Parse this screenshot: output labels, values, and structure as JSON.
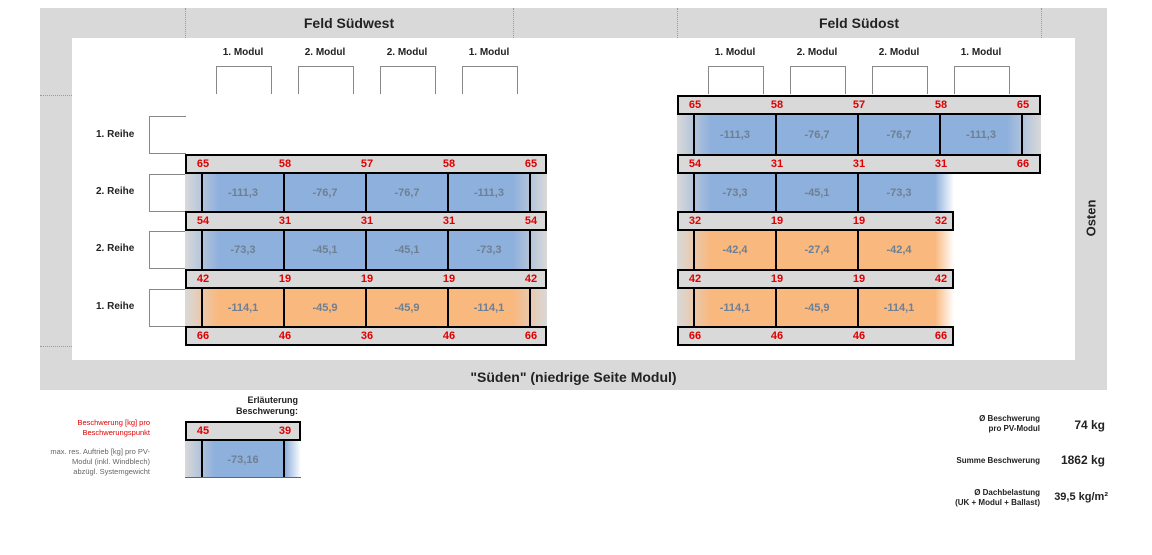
{
  "fields": {
    "southwest_title": "Feld Südwest",
    "southeast_title": "Feld Südost",
    "east_label": "Osten",
    "south_label": "\"Süden\" (niedrige Seite Modul)"
  },
  "module_headers": {
    "southwest": [
      "1. Modul",
      "2. Modul",
      "2. Modul",
      "1. Modul"
    ],
    "southeast": [
      "1. Modul",
      "2. Modul",
      "2. Modul",
      "1. Modul"
    ]
  },
  "row_labels": [
    "1. Reihe",
    "2. Reihe",
    "2. Reihe",
    "1. Reihe"
  ],
  "southwest": {
    "ballast_rows": [
      [
        "65",
        "58",
        "57",
        "58",
        "65"
      ],
      [
        "54",
        "31",
        "31",
        "31",
        "54"
      ],
      [
        "42",
        "19",
        "19",
        "19",
        "42"
      ],
      [
        "66",
        "46",
        "36",
        "46",
        "66"
      ]
    ],
    "uplift_rows": [
      {
        "kind": "blue",
        "values": [
          "-111,3",
          "-76,7",
          "-76,7",
          "-111,3"
        ]
      },
      {
        "kind": "blue",
        "values": [
          "-73,3",
          "-45,1",
          "-45,1",
          "-73,3"
        ]
      },
      {
        "kind": "orange",
        "values": [
          "-114,1",
          "-45,9",
          "-45,9",
          "-114,1"
        ]
      }
    ]
  },
  "southeast": {
    "ballast_rows": [
      [
        "65",
        "58",
        "57",
        "58",
        "65"
      ],
      [
        "54",
        "31",
        "31",
        "31",
        "66"
      ],
      [
        "32",
        "19",
        "19",
        "32"
      ],
      [
        "42",
        "19",
        "19",
        "42"
      ],
      [
        "66",
        "46",
        "46",
        "66"
      ]
    ],
    "uplift_rows": [
      {
        "kind": "blue",
        "values": [
          "-111,3",
          "-76,7",
          "-76,7",
          "-111,3"
        ]
      },
      {
        "kind": "blue",
        "values": [
          "-73,3",
          "-45,1",
          "-73,3"
        ]
      },
      {
        "kind": "orange",
        "values": [
          "-42,4",
          "-27,4",
          "-42,4"
        ]
      },
      {
        "kind": "orange",
        "values": [
          "-114,1",
          "-45,9",
          "-114,1"
        ]
      }
    ]
  },
  "legend": {
    "title_line1": "Erläuterung",
    "title_line2": "Beschwerung:",
    "label_red_line1": "Beschwerung [kg] pro",
    "label_red_line2": "Beschwerungspunkt",
    "label_grey_line1": "max. res. Auftrieb [kg] pro PV-",
    "label_grey_line2": "Modul (inkl. Windblech)",
    "label_grey_line3": "abzügl. Systemgewicht",
    "ballast_left": "45",
    "ballast_right": "39",
    "uplift_value": "-73,16"
  },
  "summary": {
    "avg_label_line1": "Ø Beschwerung",
    "avg_label_line2": "pro PV-Modul",
    "avg_value": "74 kg",
    "sum_label": "Summe Beschwerung",
    "sum_value": "1862 kg",
    "roof_label_line1": "Ø Dachbelastung",
    "roof_label_line2": "(UK + Modul + Ballast)",
    "roof_value": "39,5 kg/m²"
  },
  "colors": {
    "ballast_number": "#e00000",
    "uplift_blue": "#8eb0dc",
    "uplift_orange": "#f9b87e",
    "band_grey": "#d9d9d9"
  }
}
